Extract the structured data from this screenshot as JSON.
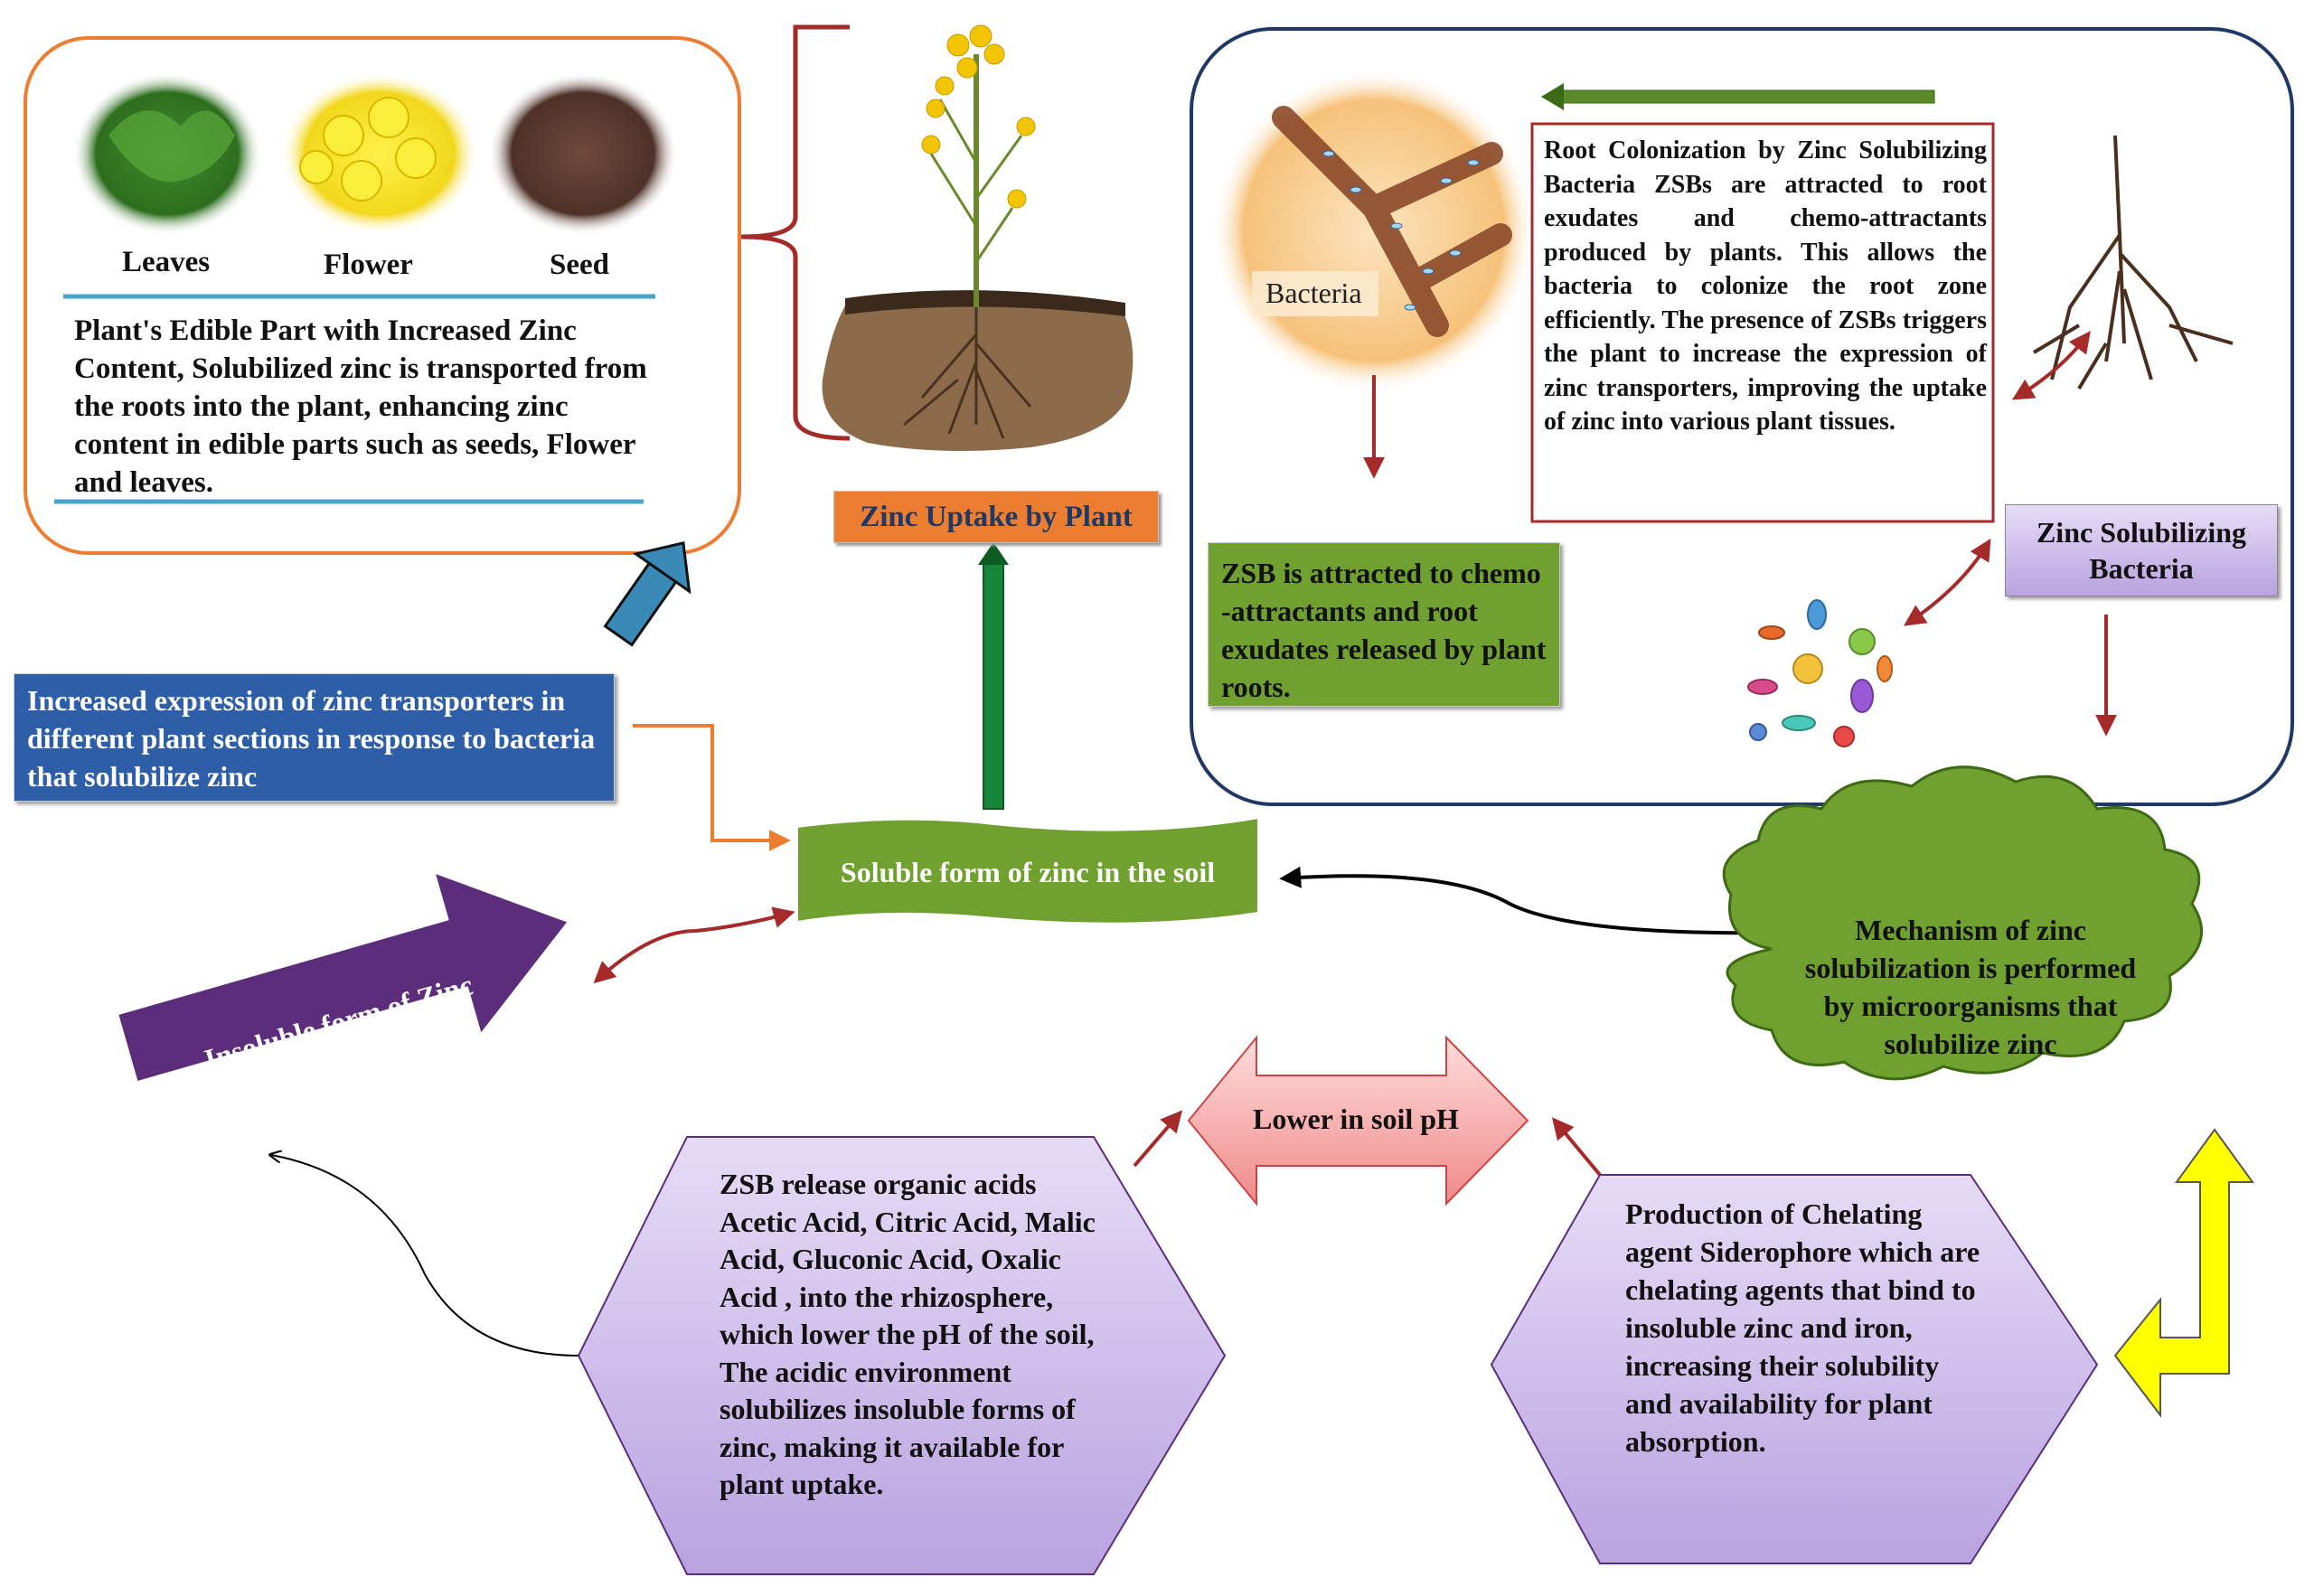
{
  "edible": {
    "labels": [
      "Leaves",
      "Flower",
      "Seed"
    ],
    "text": "Plant's Edible Part with Increased Zinc Content, Solubilized zinc is transported from the roots into the plant, enhancing zinc content in edible parts such as seeds, Flower and  leaves."
  },
  "uptake_label": "Zinc Uptake by Plant",
  "bacteria_label": "Bacteria",
  "colonization_text": "Root Colonization by Zinc Solubilizing Bacteria ZSBs are attracted to root exudates and chemo-attractants produced by plants. This allows the bacteria to colonize the root zone efficiently. The presence of ZSBs triggers the plant to increase the expression of zinc transporters, improving the uptake of zinc into various plant tissues.",
  "zsb_attracted": "ZSB is attracted to chemo -attractants and root exudates released by plant roots.",
  "zsb_label": "Zinc Solubilizing Bacteria",
  "transporters": "Increased expression of zinc transporters in different plant sections in response to bacteria that solubilize zinc",
  "soluble": "Soluble form of zinc in the soil",
  "mechanism": "Mechanism of zinc solubilization is performed by microorganisms that solubilize zinc",
  "insoluble": "Insoluble form of Zinc Converted in",
  "lower_ph": "Lower in soil pH",
  "organic_acids": "ZSB release organic acids Acetic Acid, Citric Acid, Malic Acid, Gluconic Acid, Oxalic Acid ,  into the rhizosphere, which lower the pH of the soil, The acidic environment solubilizes insoluble forms of zinc, making it available for plant uptake.",
  "chelating": "Production of Chelating agent Siderophore which are chelating agents that bind to insoluble zinc and iron, increasing their solubility and availability for plant absorption.",
  "colors": {
    "orange_border": "#ed7d31",
    "navy_border": "#1f3864",
    "green_box": "#70a030",
    "blue_box": "#2e5ea8",
    "purple_arrow": "#5b2d7a",
    "hex_fill": "#c8b4e8",
    "pink_arrow": "#f4a4a4",
    "yellow_arrow": "#ffff00",
    "dark_red": "#a52a2a"
  }
}
